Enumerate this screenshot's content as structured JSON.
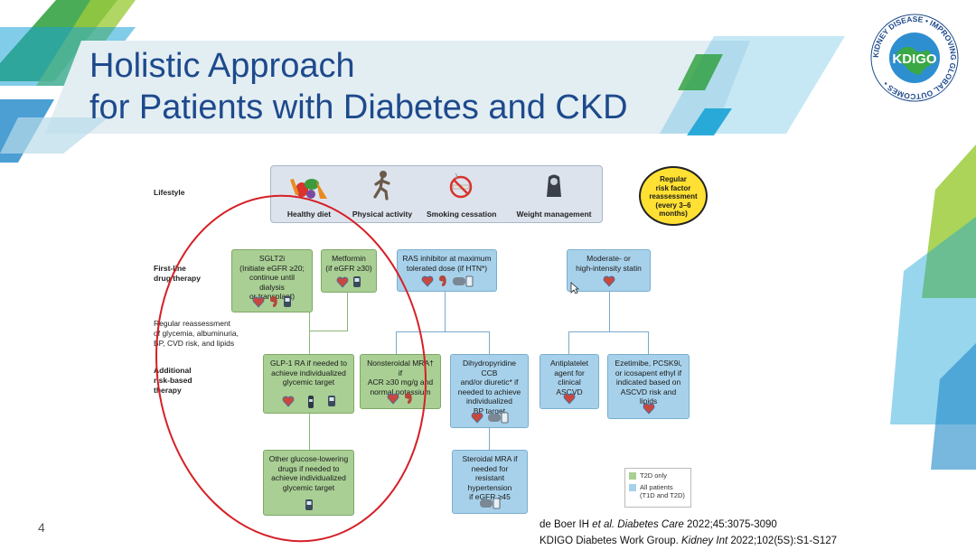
{
  "title": {
    "line1": "Holistic Approach",
    "line2": "for Patients with Diabetes and CKD"
  },
  "logo": {
    "ring_text": "KIDNEY DISEASE • IMPROVING GLOBAL OUTCOMES •",
    "center_text": "KDIGO"
  },
  "colors": {
    "title_blue": "#1e4a8c",
    "t2d_green": "#a9cf94",
    "all_patients_blue": "#a7d1ea",
    "badge_yellow": "#ffe033",
    "annotation_red": "#d61f26"
  },
  "lifestyle": {
    "row_label": "Lifestyle",
    "items": [
      {
        "label": "Healthy diet",
        "icon": "vegetables-icon"
      },
      {
        "label": "Physical activity",
        "icon": "running-person-icon"
      },
      {
        "label": "Smoking cessation",
        "icon": "no-smoking-icon"
      },
      {
        "label": "Weight management",
        "icon": "scale-icon"
      }
    ]
  },
  "badge": {
    "line1": "Regular",
    "line2": "risk factor",
    "line3": "reassessment",
    "line4": "(every 3–6",
    "line5": "months)"
  },
  "row_labels": {
    "first_line_1": "First-line",
    "first_line_2": "drug therapy",
    "reassess_1": "Regular reassessment",
    "reassess_2": "of glycemia, albuminuria,",
    "reassess_3": "BP, CVD risk, and lipids",
    "additional_1": "Additional",
    "additional_2": "risk-based",
    "additional_3": "therapy"
  },
  "boxes": {
    "sglt2i": {
      "lines": [
        "SGLT2i",
        "(Initiate eGFR ≥20;",
        "continue until dialysis",
        "or transplant)"
      ],
      "icons": [
        "heart-icon",
        "kidney-icon",
        "glucose-meter-icon"
      ]
    },
    "metformin": {
      "lines": [
        "Metformin",
        "(if eGFR ≥30)"
      ],
      "icons": [
        "heart-icon",
        "glucose-meter-icon"
      ]
    },
    "ras": {
      "lines": [
        "RAS inhibitor at maximum",
        "tolerated dose (if HTN*)"
      ],
      "icons": [
        "heart-icon",
        "kidney-icon",
        "bp-cuff-icon"
      ]
    },
    "statin": {
      "lines": [
        "Moderate- or",
        "high-intensity statin"
      ],
      "icons": [
        "heart-icon"
      ]
    },
    "glp1": {
      "lines": [
        "GLP-1 RA if needed to",
        "achieve individualized",
        "glycemic target"
      ],
      "icons": [
        "heart-icon",
        "injector-pen-icon",
        "glucose-meter-icon"
      ]
    },
    "nsmra": {
      "lines": [
        "Nonsteroidal MRA† if",
        "ACR ≥30 mg/g and",
        "normal potassium"
      ],
      "icons": [
        "heart-icon",
        "kidney-icon"
      ]
    },
    "ccb": {
      "lines": [
        "Dihydropyridine CCB",
        "and/or diuretic* if",
        "needed to achieve",
        "individualized",
        "BP target"
      ],
      "icons": [
        "heart-icon",
        "bp-cuff-icon"
      ]
    },
    "antiplatelet": {
      "lines": [
        "Antiplatelet",
        "agent for",
        "clinical ASCVD"
      ],
      "icons": [
        "heart-icon"
      ]
    },
    "ezetimibe": {
      "lines": [
        "Ezetimibe, PCSK9i,",
        "or icosapent ethyl if",
        "indicated based on",
        "ASCVD risk and lipids"
      ],
      "icons": [
        "heart-icon"
      ]
    },
    "other_glucose": {
      "lines": [
        "Other glucose-lowering",
        "drugs if needed to",
        "achieve individualized",
        "glycemic target"
      ],
      "icons": [
        "glucose-meter-icon"
      ]
    },
    "steroidal_mra": {
      "lines": [
        "Steroidal MRA if",
        "needed for resistant",
        "hypertension",
        "if eGFR ≥45"
      ],
      "icons": [
        "bp-cuff-icon"
      ]
    }
  },
  "legend": {
    "t2d": "T2D only",
    "all_1": "All patients",
    "all_2": "(T1D and T2D)"
  },
  "footer": {
    "page_number": "4",
    "ref1_authors": "de Boer IH ",
    "ref1_etal": "et al.",
    "ref1_journal": " Diabetes Care",
    "ref1_rest": " 2022;45:3075-3090",
    "ref2_group": "KDIGO Diabetes Work Group. ",
    "ref2_journal": "Kidney Int",
    "ref2_rest": " 2022;102(5S):S1-S127"
  }
}
